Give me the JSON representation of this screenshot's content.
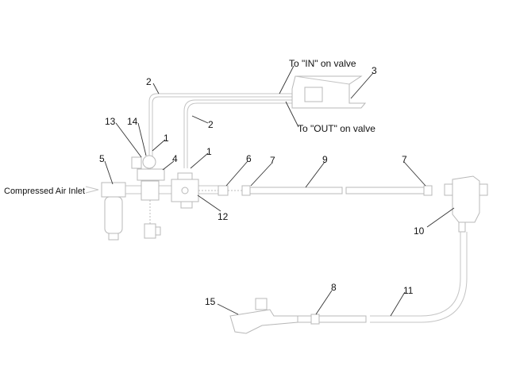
{
  "diagram": {
    "notes": {
      "to_in": "To \"IN\" on valve",
      "to_out": "To \"OUT\" on valve",
      "inlet": "Compressed Air Inlet"
    },
    "callouts": {
      "c1a": "1",
      "c1b": "1",
      "c2a": "2",
      "c2b": "2",
      "c3": "3",
      "c4": "4",
      "c5": "5",
      "c6": "6",
      "c7a": "7",
      "c7b": "7",
      "c8": "8",
      "c9": "9",
      "c10": "10",
      "c11": "11",
      "c12": "12",
      "c13": "13",
      "c14": "14",
      "c15": "15"
    }
  }
}
